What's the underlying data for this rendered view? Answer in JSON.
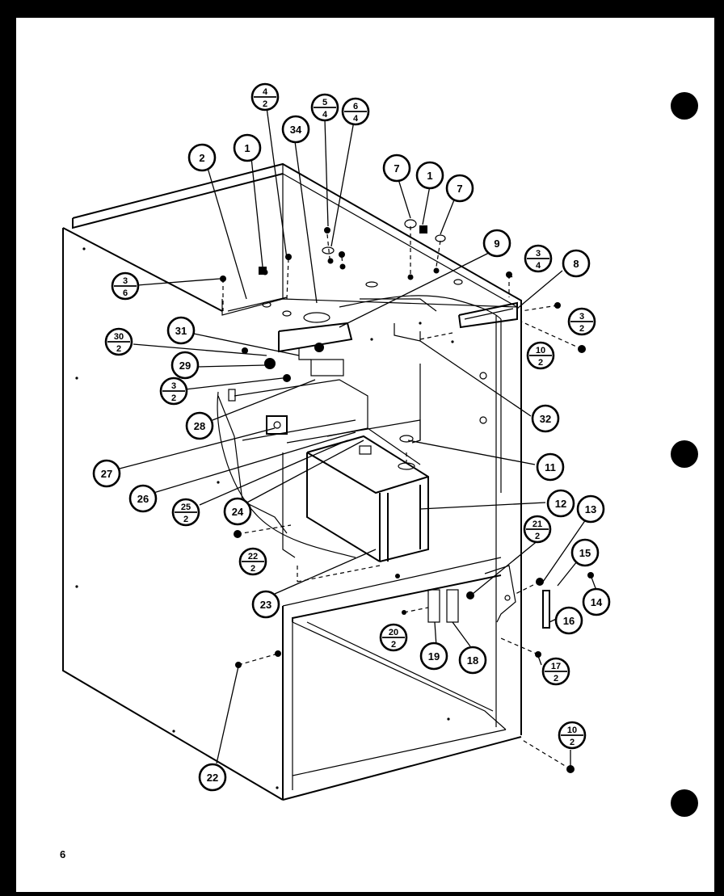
{
  "page_number": "6",
  "callouts": [
    {
      "id": "c1a",
      "num": "1"
    },
    {
      "id": "c2",
      "num": "2"
    },
    {
      "id": "c4-2",
      "num": "4",
      "den": "2"
    },
    {
      "id": "c34",
      "num": "34"
    },
    {
      "id": "c5-4a",
      "num": "5",
      "den": "4"
    },
    {
      "id": "c6-4",
      "num": "6",
      "den": "4"
    },
    {
      "id": "c7a",
      "num": "7"
    },
    {
      "id": "c1b",
      "num": "1"
    },
    {
      "id": "c7b",
      "num": "7"
    },
    {
      "id": "c9",
      "num": "9"
    },
    {
      "id": "c3-4",
      "num": "3",
      "den": "4"
    },
    {
      "id": "c8",
      "num": "8"
    },
    {
      "id": "c3-2a",
      "num": "3",
      "den": "2"
    },
    {
      "id": "c10-2a",
      "num": "10",
      "den": "2"
    },
    {
      "id": "c3-6",
      "num": "3",
      "den": "6"
    },
    {
      "id": "c31",
      "num": "31"
    },
    {
      "id": "c30-2",
      "num": "30",
      "den": "2"
    },
    {
      "id": "c29",
      "num": "29"
    },
    {
      "id": "c3-2b",
      "num": "3",
      "den": "2"
    },
    {
      "id": "c28",
      "num": "28"
    },
    {
      "id": "c32",
      "num": "32"
    },
    {
      "id": "c27",
      "num": "27"
    },
    {
      "id": "c11",
      "num": "11"
    },
    {
      "id": "c26",
      "num": "26"
    },
    {
      "id": "c25-2",
      "num": "25",
      "den": "2"
    },
    {
      "id": "c24",
      "num": "24"
    },
    {
      "id": "c12",
      "num": "12"
    },
    {
      "id": "c13",
      "num": "13"
    },
    {
      "id": "c21-2",
      "num": "21",
      "den": "2"
    },
    {
      "id": "c15",
      "num": "15"
    },
    {
      "id": "c22-2",
      "num": "22",
      "den": "2"
    },
    {
      "id": "c14",
      "num": "14"
    },
    {
      "id": "c16",
      "num": "16"
    },
    {
      "id": "c23",
      "num": "23"
    },
    {
      "id": "c20-2",
      "num": "20",
      "den": "2"
    },
    {
      "id": "c19",
      "num": "19"
    },
    {
      "id": "c18",
      "num": "18"
    },
    {
      "id": "c17-2",
      "num": "17",
      "den": "2"
    },
    {
      "id": "c10-2b",
      "num": "10",
      "den": "2"
    },
    {
      "id": "c22",
      "num": "22"
    }
  ]
}
